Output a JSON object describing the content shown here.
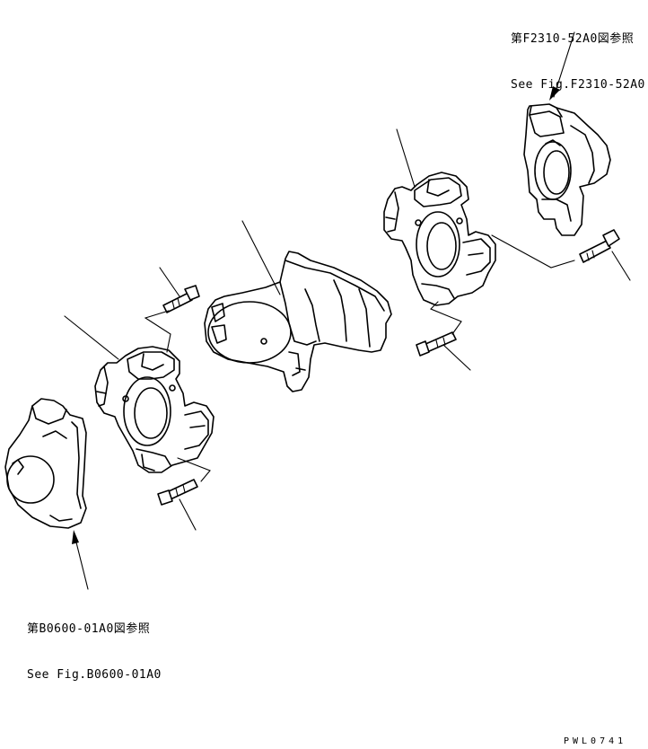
{
  "references": {
    "top_right": {
      "line1": "第F2310-52A0図参照",
      "line2": "See Fig.F2310-52A0"
    },
    "bottom_left": {
      "line1": "第B0600-01A0図参照",
      "line2": "See Fig.B0600-01A0"
    }
  },
  "drawing_code": "PWL0741"
}
